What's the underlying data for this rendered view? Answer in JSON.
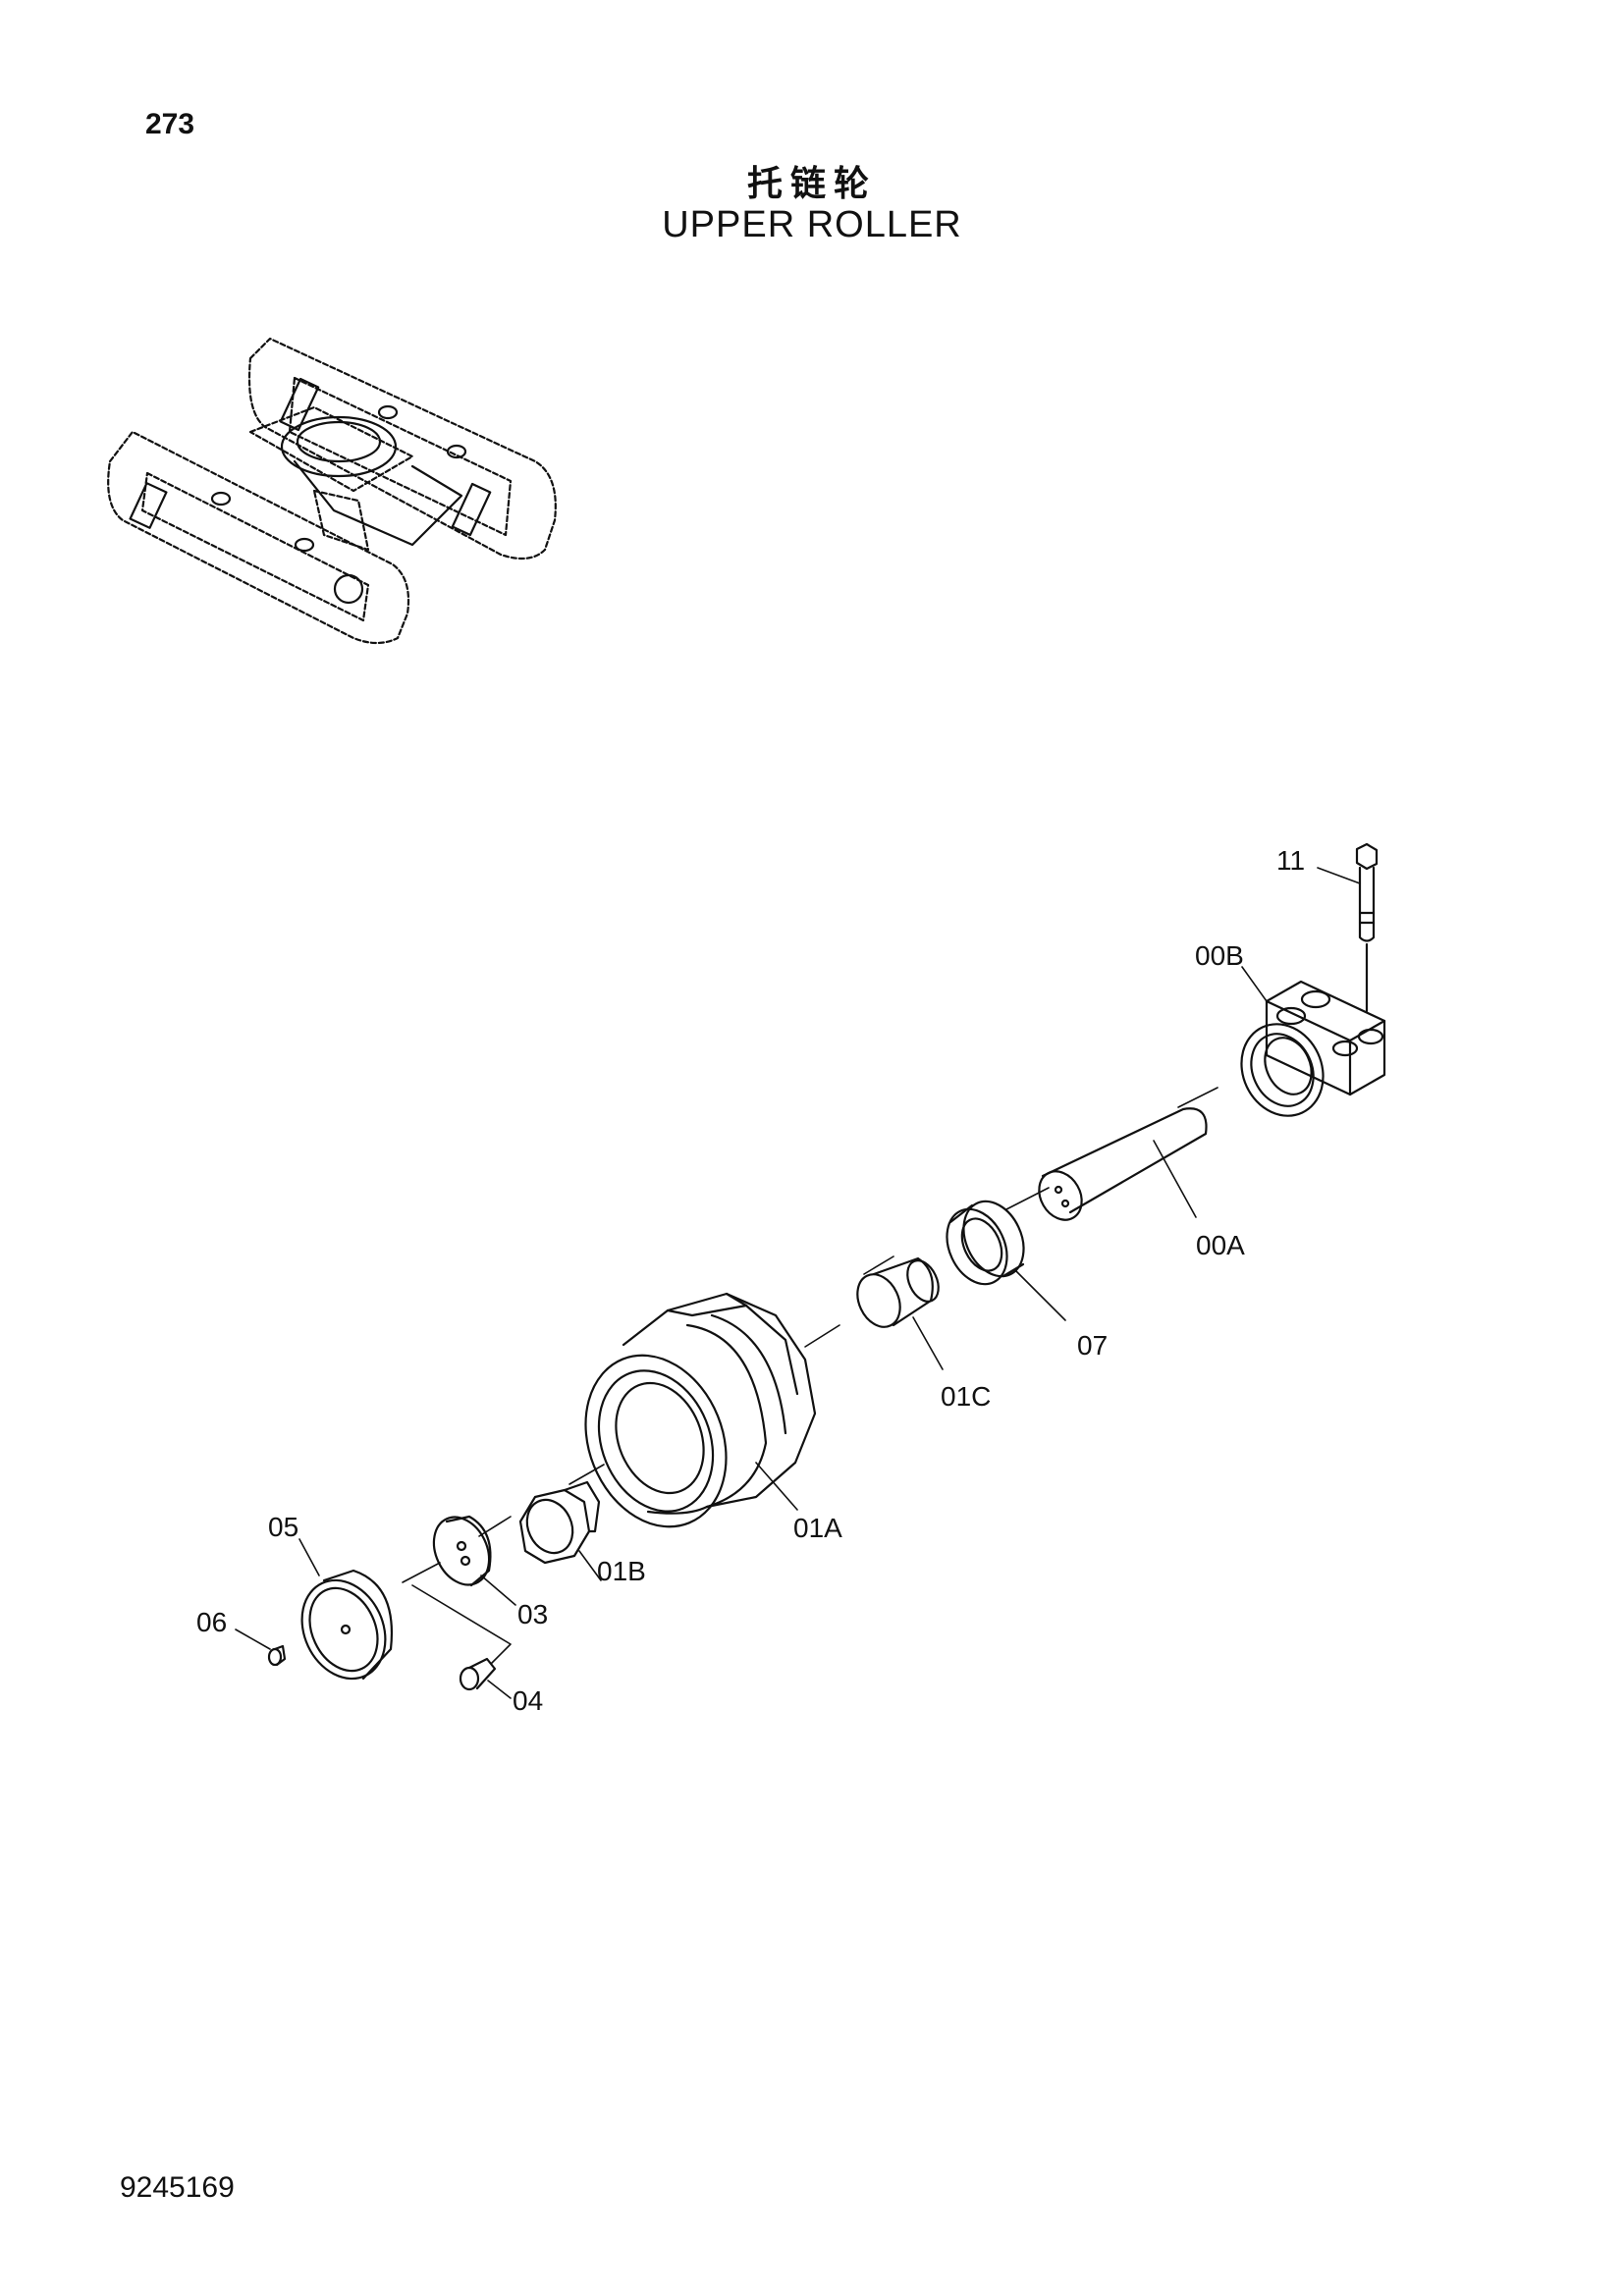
{
  "header": {
    "page_number": "273",
    "title_cn": "托链轮",
    "title_en": "UPPER ROLLER"
  },
  "footer": {
    "document_number": "9245169"
  },
  "parts": {
    "p11": "11",
    "p00B": "00B",
    "p00A": "00A",
    "p07": "07",
    "p01C": "01C",
    "p01A": "01A",
    "p01B": "01B",
    "p05": "05",
    "p06": "06",
    "p03": "03",
    "p04": "04"
  },
  "colors": {
    "ink": "#111111",
    "paper": "#ffffff"
  }
}
